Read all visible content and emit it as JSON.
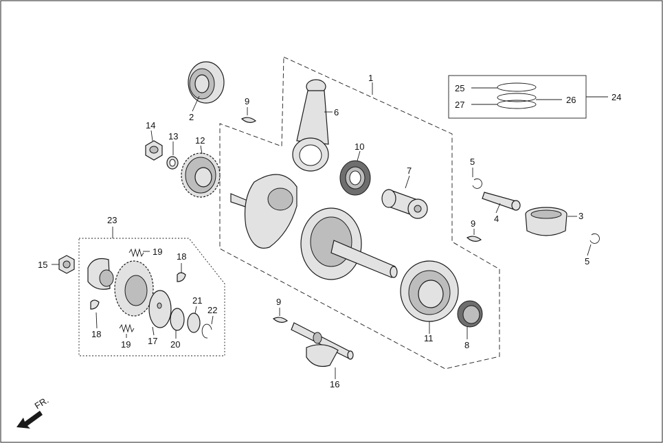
{
  "labels": {
    "p1": "1",
    "p2": "2",
    "p3": "3",
    "p4": "4",
    "p5a": "5",
    "p5b": "5",
    "p6": "6",
    "p7": "7",
    "p8": "8",
    "p9a": "9",
    "p9b": "9",
    "p9c": "9",
    "p10": "10",
    "p11": "11",
    "p12": "12",
    "p13": "13",
    "p14": "14",
    "p15": "15",
    "p16": "16",
    "p17": "17",
    "p18a": "18",
    "p18b": "18",
    "p19a": "19",
    "p19b": "19",
    "p20": "20",
    "p21": "21",
    "p22": "22",
    "p23": "23",
    "p24": "24",
    "p25": "25",
    "p26": "26",
    "p27": "27"
  },
  "direction": {
    "text": "FR."
  }
}
